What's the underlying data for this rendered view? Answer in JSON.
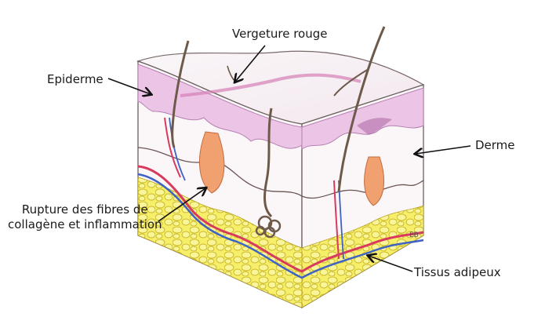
{
  "diagram": {
    "labels": {
      "vergeture": "Vergeture rouge",
      "epiderme": "Epiderme",
      "derme": "Derme",
      "rupture_line1": "Rupture des fibres de",
      "rupture_line2": "collagène et inflammation",
      "adipeux": "Tissus adipeux"
    },
    "signature": "EB"
  }
}
